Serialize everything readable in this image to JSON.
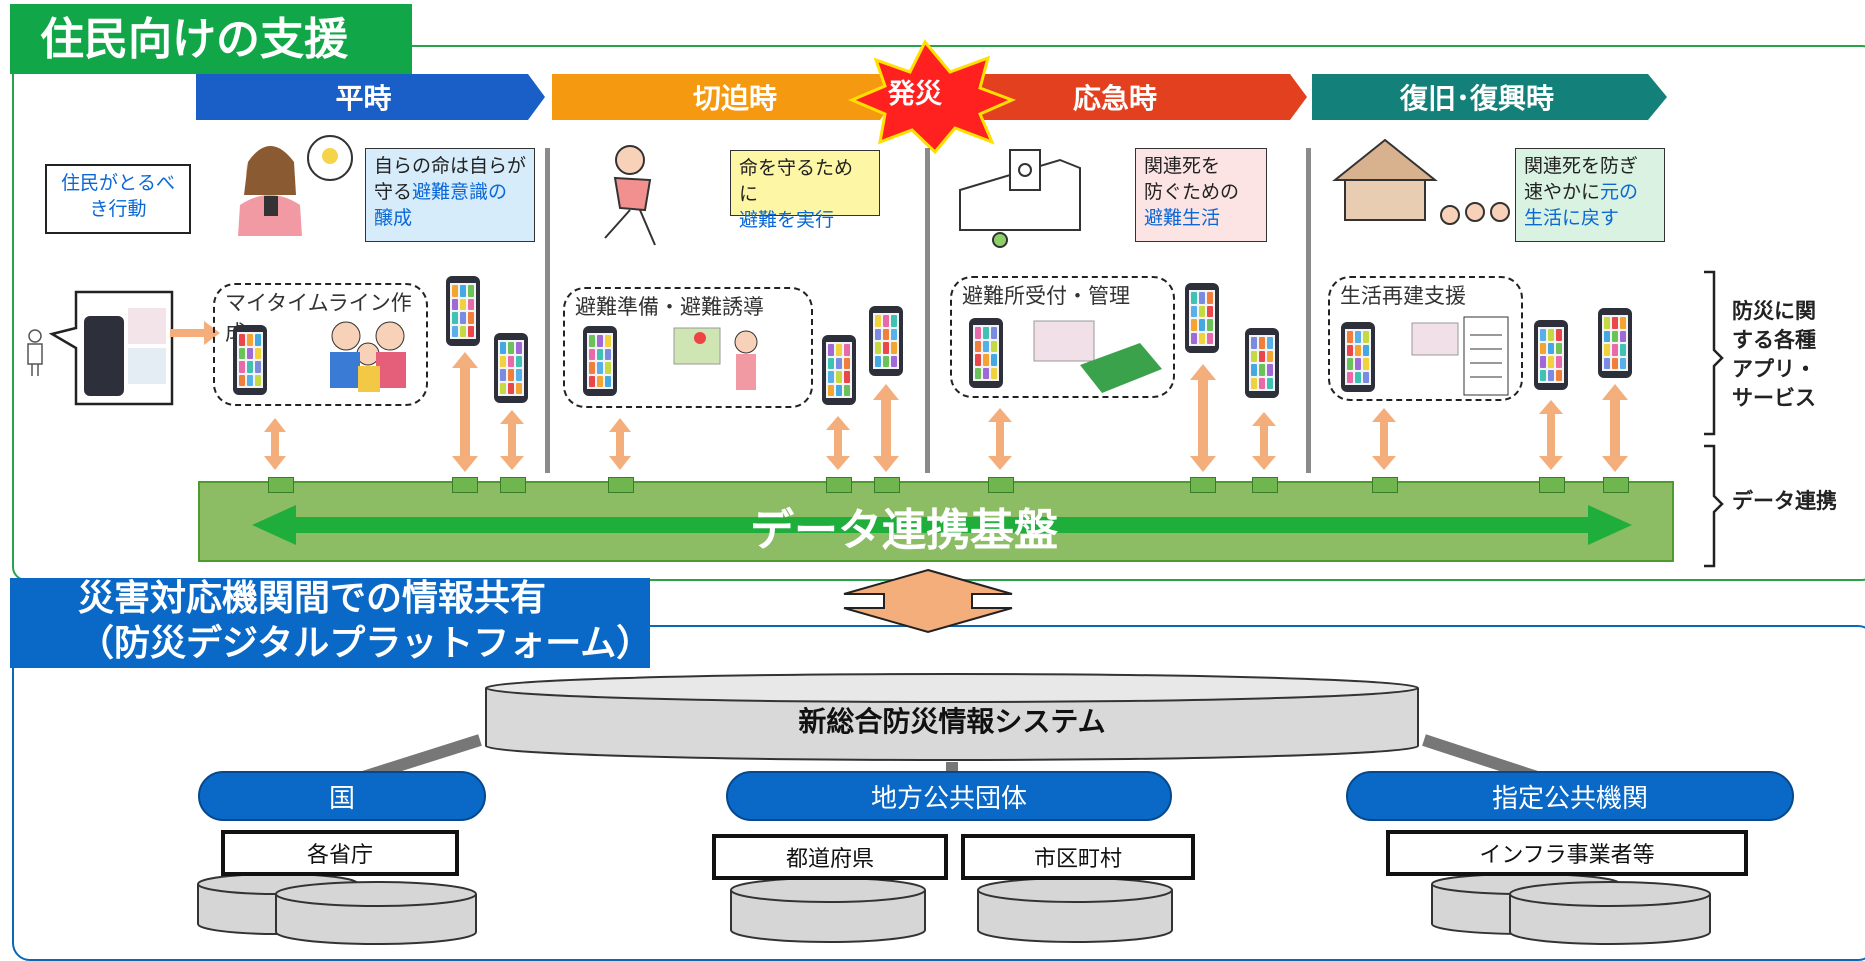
{
  "top_section": {
    "title": "住民向けの支援"
  },
  "phases": [
    {
      "label": "平時",
      "color": "#1a5fc8"
    },
    {
      "label": "切迫時",
      "color": "#f59a10"
    },
    {
      "label": "応急時",
      "color": "#e2401f"
    },
    {
      "label": "復旧･復興時",
      "color": "#13807a"
    }
  ],
  "disaster_burst": {
    "label": "発災"
  },
  "resident_action_label": "住民がとるべき行動",
  "notes": {
    "heiji": {
      "line1": "自らの命は自らが",
      "line2a": "守る",
      "line2b": "避難意識の",
      "line3": "醸成"
    },
    "seppaku": {
      "line1": "命を守るために",
      "line2": "避難を実行"
    },
    "okyu": {
      "line1": "関連死を",
      "line2": "防ぐための",
      "line3": "避難生活"
    },
    "fukkyu": {
      "line1": "関連死を防ぎ",
      "line2a": "速やかに",
      "line2b": "元の",
      "line3": "生活に戻す"
    }
  },
  "activities": {
    "mytimeline": "マイタイムライン作成",
    "evacuation": "避難準備・避難誘導",
    "shelter": "避難所受付・管理",
    "rebuild": "生活再建支援"
  },
  "right_labels": {
    "apps": "防災に関する各種アプリ・サービス",
    "data": "データ連携"
  },
  "data_platform": {
    "label": "データ連携基盤"
  },
  "bottom_section": {
    "title_line1": "災害対応機関間での情報共有",
    "title_line2": "（防災デジタルプラットフォーム）"
  },
  "system": {
    "label": "新総合防災情報システム"
  },
  "orgs": [
    {
      "label": "国",
      "children": [
        "各省庁"
      ]
    },
    {
      "label": "地方公共団体",
      "children": [
        "都道府県",
        "市区町村"
      ]
    },
    {
      "label": "指定公共機関",
      "children": [
        "インフラ事業者等"
      ]
    }
  ],
  "colors": {
    "green_border": "#2aa24a",
    "blue_border": "#0a68b6",
    "platform_fill": "#8cbc63",
    "platform_arrow": "#1fae3c",
    "orange_arrow": "#f3ae7b",
    "pill_blue": "#0a68c6"
  }
}
